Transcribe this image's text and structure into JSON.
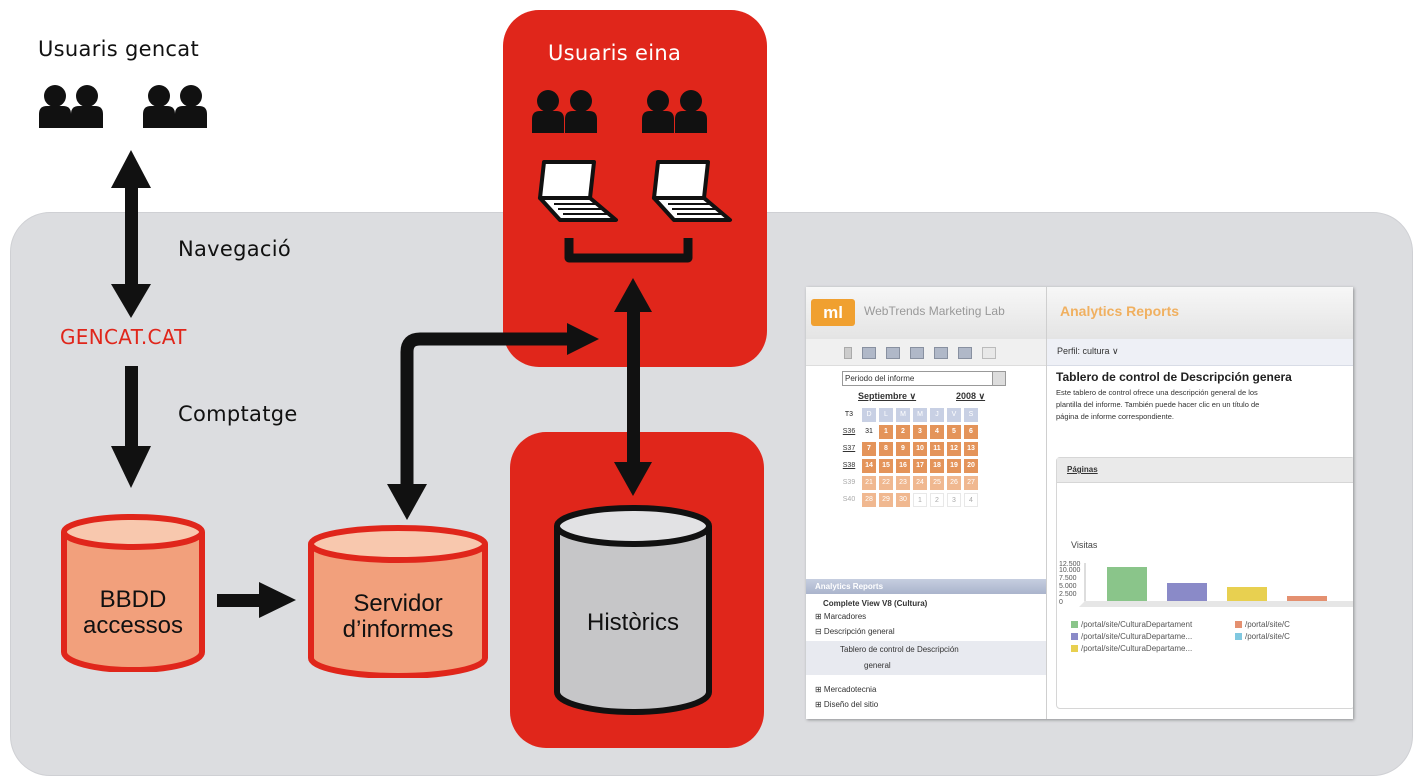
{
  "labels": {
    "usuaris_gencat": "Usuaris gencat",
    "usuaris_eina": "Usuaris eina",
    "navegacio": "Navegació",
    "gencat_cat": "GENCAT.CAT",
    "comptatge": "Comptatge",
    "bbdd_line1": "BBDD",
    "bbdd_line2": "accessos",
    "servidor_line1": "Servidor",
    "servidor_line2": "d’informes",
    "historics": "Històrics"
  },
  "colors": {
    "red": "#e0261b",
    "panel_gray": "#dcdde0",
    "cyl_orange": "#f2a07c",
    "cyl_gray": "#c6c6c8"
  },
  "icons": {
    "users": "people-icon",
    "laptop": "laptop-icon"
  },
  "screenshot": {
    "logo": "ml",
    "brand": "WebTrends Marketing Lab",
    "title": "Analytics Reports",
    "perfil": "Perfil: cultura ∨",
    "period_select": "Periodo del informe",
    "month": "Septiembre ∨",
    "year": "2008 ∨",
    "main_title": "Tablero de control de Descripción genera",
    "desc_lines": [
      "Este tablero de control ofrece una descripción general de los",
      "plantilla del informe. También puede hacer clic en un título de",
      "página de informe correspondiente."
    ],
    "panel_title": "Páginas",
    "chart_label": "Visitas",
    "yticks": [
      "12.500",
      "10.000",
      "7.500",
      "5.000",
      "2.500",
      "0"
    ],
    "legend": [
      "/portal/site/CulturaDepartament",
      "/portal/site/C",
      "/portal/site/CulturaDepartame...",
      "/portal/site/C",
      "/portal/site/CulturaDepartame..."
    ],
    "nav_header": "Analytics Reports",
    "nav_items": [
      "Complete View V8 (Cultura)",
      "⊞ Marcadores",
      "⊟ Descripción general",
      "Tablero de control de Descripción",
      "general",
      "⊞ Mercadotecnia",
      "⊞ Diseño del sitio"
    ],
    "weeks": [
      "T3",
      "S36",
      "S37",
      "S38",
      "S39",
      "S40"
    ],
    "days_header": [
      "D",
      "L",
      "M",
      "M",
      "J",
      "V",
      "S"
    ],
    "week_rows": [
      [
        "31",
        "1",
        "2",
        "3",
        "4",
        "5",
        "6"
      ],
      [
        "7",
        "8",
        "9",
        "10",
        "11",
        "12",
        "13"
      ],
      [
        "14",
        "15",
        "16",
        "17",
        "18",
        "19",
        "20"
      ],
      [
        "21",
        "22",
        "23",
        "24",
        "25",
        "26",
        "27"
      ],
      [
        "28",
        "29",
        "30",
        "1",
        "2",
        "3",
        "4"
      ]
    ]
  }
}
